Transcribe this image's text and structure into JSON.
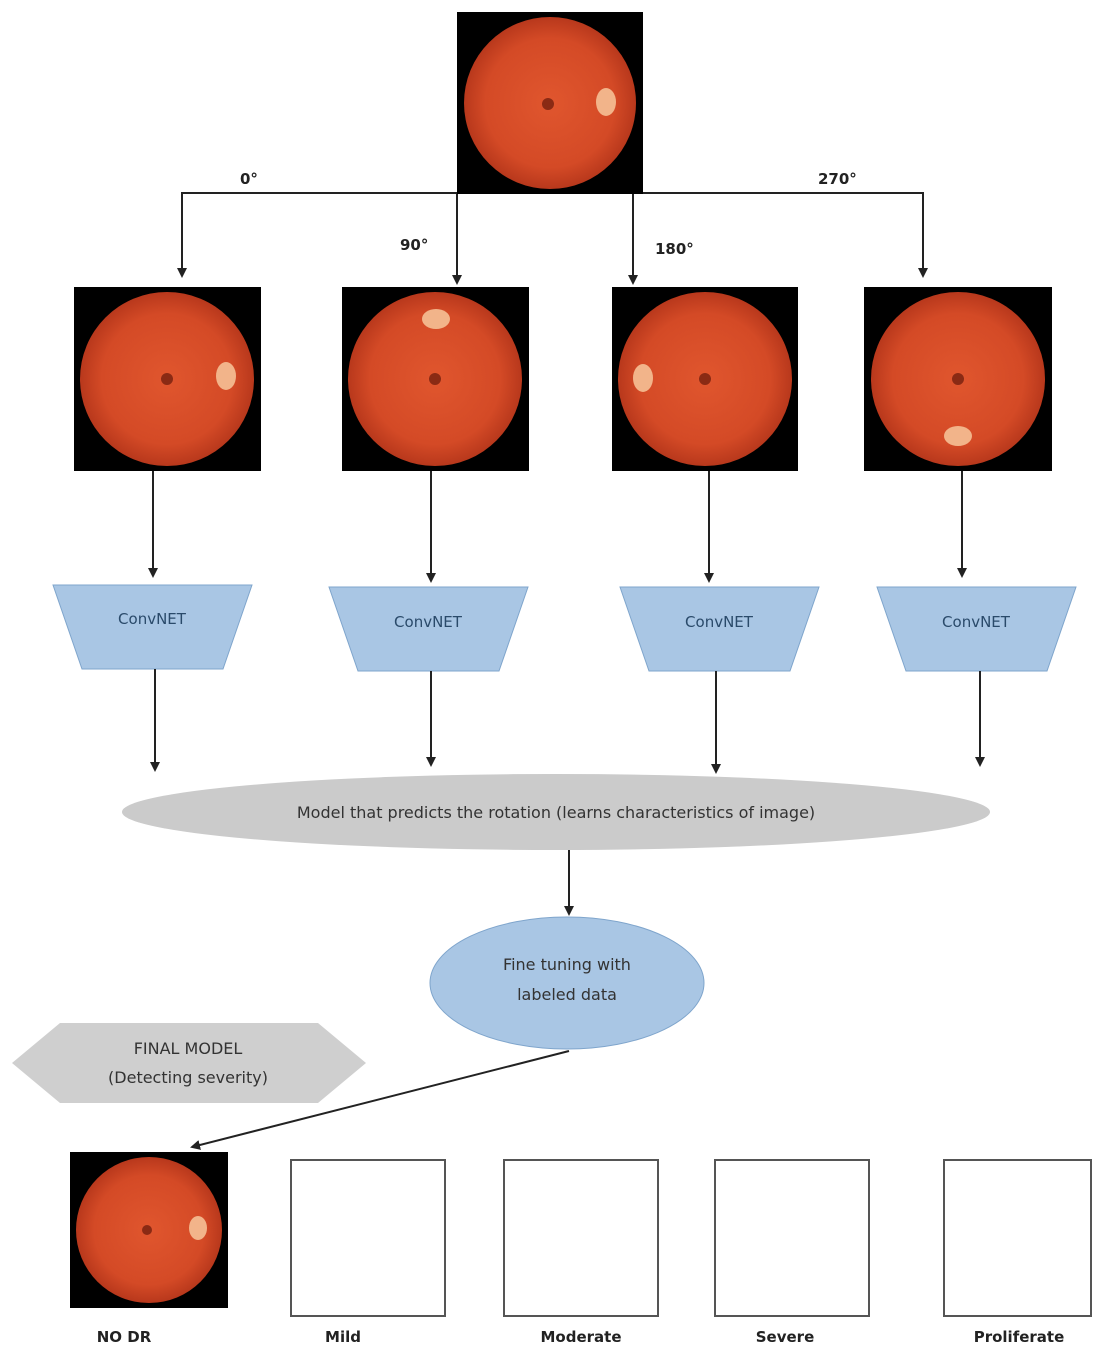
{
  "rotation_labels": [
    "0°",
    "90°",
    "180°",
    "270°"
  ],
  "convnet_label": "ConvNET",
  "rotation_model_label": "Model that predicts the rotation (learns characteristics of image)",
  "fine_tuning": {
    "line1": "Fine tuning with",
    "line2": "labeled data"
  },
  "final_model": {
    "line1": "FINAL MODEL",
    "line2": "(Detecting severity)"
  },
  "severity_classes": [
    "NO DR",
    "Mild",
    "Moderate",
    "Severe",
    "Proliferate"
  ],
  "colors": {
    "convnet_fill": "#a9c6e4",
    "fine_tune_fill": "#a9c6e4",
    "rotation_model_fill": "#cbcbcb",
    "final_model_fill": "#cfcfcf",
    "fundus": "#d8502c",
    "fundus_bg": "#000000"
  }
}
